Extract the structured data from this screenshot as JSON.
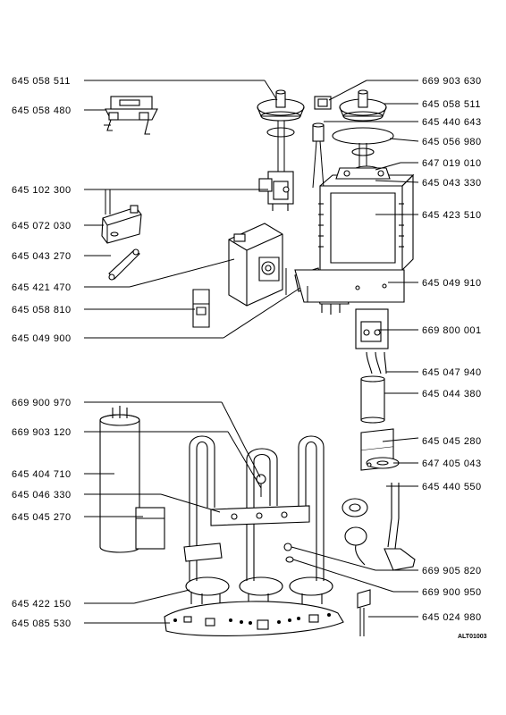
{
  "figure_id": "ALT01003",
  "left_labels": [
    "645 058 511",
    "645 058 480",
    "645 102 300",
    "645 072 030",
    "645 043 270",
    "645 421 470",
    "645 058 810",
    "645 049 900",
    "669 900 970",
    "669 903 120",
    "645 404 710",
    "645 046 330",
    "645 045 270",
    "645 422 150",
    "645 085 530"
  ],
  "right_labels": [
    "669 903 630",
    "645 058 511",
    "645 440 643",
    "645 056 980",
    "647 019 010",
    "645 043 330",
    "645 423 510",
    "645 049 910",
    "669 800 001",
    "645 047 940",
    "645 044 380",
    "645 045 280",
    "647 405 043",
    "645 440 550",
    "669 905 820",
    "669 900 950",
    "645 024 980"
  ]
}
